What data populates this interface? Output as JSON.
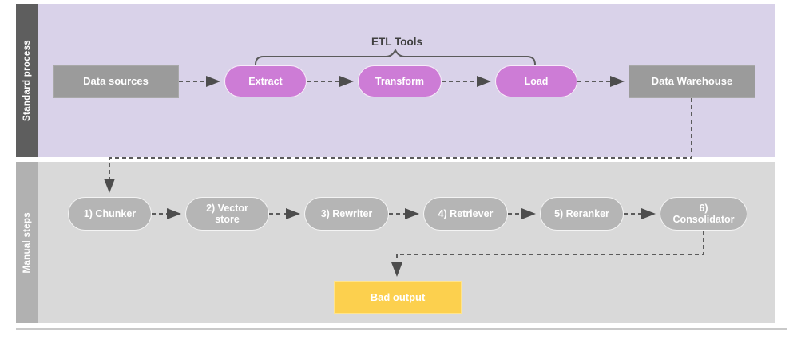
{
  "lanes": {
    "standard": {
      "label": "Standard process"
    },
    "manual": {
      "label": "Manual steps"
    }
  },
  "etl_group_label": "ETL Tools",
  "nodes": {
    "data_sources": {
      "label": "Data sources",
      "type": "rect-gray"
    },
    "extract": {
      "label": "Extract",
      "type": "pill-pink"
    },
    "transform": {
      "label": "Transform",
      "type": "pill-pink"
    },
    "load": {
      "label": "Load",
      "type": "pill-pink"
    },
    "data_warehouse": {
      "label": "Data Warehouse",
      "type": "rect-gray"
    },
    "chunker": {
      "label": "1) Chunker",
      "type": "pill-gray"
    },
    "vector_store": {
      "label": "2) Vector store",
      "type": "pill-gray"
    },
    "rewriter": {
      "label": "3) Rewriter",
      "type": "pill-gray"
    },
    "retriever": {
      "label": "4) Retriever",
      "type": "pill-gray"
    },
    "reranker": {
      "label": "5) Reranker",
      "type": "pill-gray"
    },
    "consolidator": {
      "label": "6) Consolidator",
      "type": "pill-gray"
    },
    "bad_output": {
      "label": "Bad output",
      "type": "rect-yellow"
    }
  },
  "colors": {
    "lane_standard_bg": "#d9d2e9",
    "lane_standard_header": "#5e5e5e",
    "lane_manual_bg": "#d9d9d9",
    "lane_manual_header": "#b1b1b1",
    "pill_pink": "#cd7cd6",
    "pill_gray": "#b5b5b5",
    "rect_gray": "#9b9b9b",
    "rect_yellow": "#fcd04e",
    "connector": "#5b5b5b",
    "group_label_text": "#404040"
  }
}
